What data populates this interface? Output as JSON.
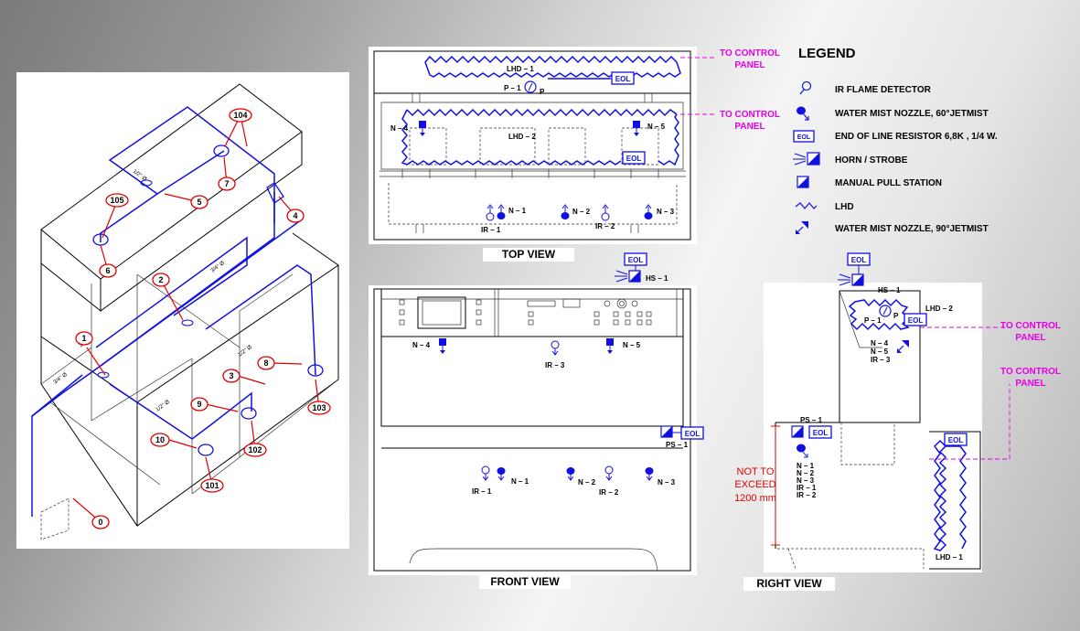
{
  "views": {
    "top": "TOP VIEW",
    "front": "FRONT VIEW",
    "right": "RIGHT VIEW"
  },
  "legend": {
    "title": "LEGEND",
    "items": [
      {
        "icon": "ir-flame-detector-icon",
        "label": "IR FLAME DETECTOR"
      },
      {
        "icon": "water-mist-nozzle-60-icon",
        "label": "WATER MIST NOZZLE, 60°JETMIST"
      },
      {
        "icon": "eol-icon",
        "label": "END OF LINE RESISTOR 6,8K , 1/4 W."
      },
      {
        "icon": "horn-strobe-icon",
        "label": "HORN / STROBE"
      },
      {
        "icon": "manual-pull-station-icon",
        "label": "MANUAL PULL STATION"
      },
      {
        "icon": "lhd-icon",
        "label": "LHD"
      },
      {
        "icon": "water-mist-nozzle-90-icon",
        "label": "WATER MIST NOZZLE, 90°JETMIST"
      }
    ]
  },
  "control_panel": [
    "TO CONTROL",
    "PANEL"
  ],
  "eol": "EOL",
  "tags": {
    "lhd1": "LHD – 1",
    "lhd2": "LHD – 2",
    "p1": "P – 1",
    "n1": "N – 1",
    "n2": "N – 2",
    "n3": "N – 3",
    "n4": "N – 4",
    "n5": "N – 5",
    "ir1": "IR – 1",
    "ir2": "IR – 2",
    "ir3": "IR – 3",
    "hs1": "HS – 1",
    "ps1": "PS – 1",
    "p_small": "P"
  },
  "right_view_lists": {
    "upper": [
      "N – 4",
      "N – 5",
      "IR – 3"
    ],
    "lower": [
      "N – 1",
      "N – 2",
      "N – 3",
      "IR – 1",
      "IR – 2"
    ]
  },
  "not_to_exceed": [
    "NOT TO",
    "EXCEED",
    "1200 mm"
  ],
  "iso_balloons": [
    "0",
    "1",
    "2",
    "3",
    "4",
    "5",
    "6",
    "7",
    "8",
    "9",
    "10",
    "101",
    "102",
    "103",
    "104",
    "105"
  ],
  "pipe_sizes": [
    "3/4\" Ø",
    "3/4\" Ø",
    "3/4\" Ø",
    "1/2\" Ø",
    "1/2\" Ø",
    "1/2\" Ø"
  ],
  "colors": {
    "pipe": "#1010e0",
    "balloon": "#e00000",
    "control_panel": "#e600e6",
    "limit": "#e00000"
  }
}
